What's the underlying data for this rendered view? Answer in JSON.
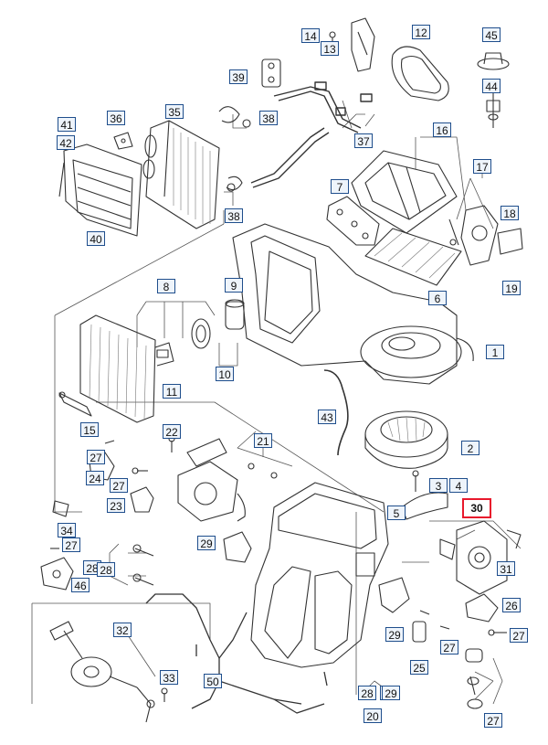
{
  "diagram": {
    "highlight_color": "#e8192c",
    "callout_border_color": "#1f4e8c",
    "selected_part": "30",
    "callouts": [
      "1",
      "2",
      "3",
      "4",
      "5",
      "6",
      "7",
      "8",
      "9",
      "10",
      "11",
      "12",
      "13",
      "14",
      "15",
      "16",
      "17",
      "18",
      "19",
      "20",
      "21",
      "22",
      "23",
      "24",
      "25",
      "26",
      "27",
      "27",
      "27",
      "27",
      "27",
      "27",
      "28",
      "28",
      "28",
      "28",
      "29",
      "29",
      "29",
      "30",
      "31",
      "32",
      "33",
      "34",
      "35",
      "36",
      "37",
      "38",
      "38",
      "39",
      "40",
      "41",
      "42",
      "43",
      "44",
      "45",
      "46",
      "50"
    ]
  }
}
